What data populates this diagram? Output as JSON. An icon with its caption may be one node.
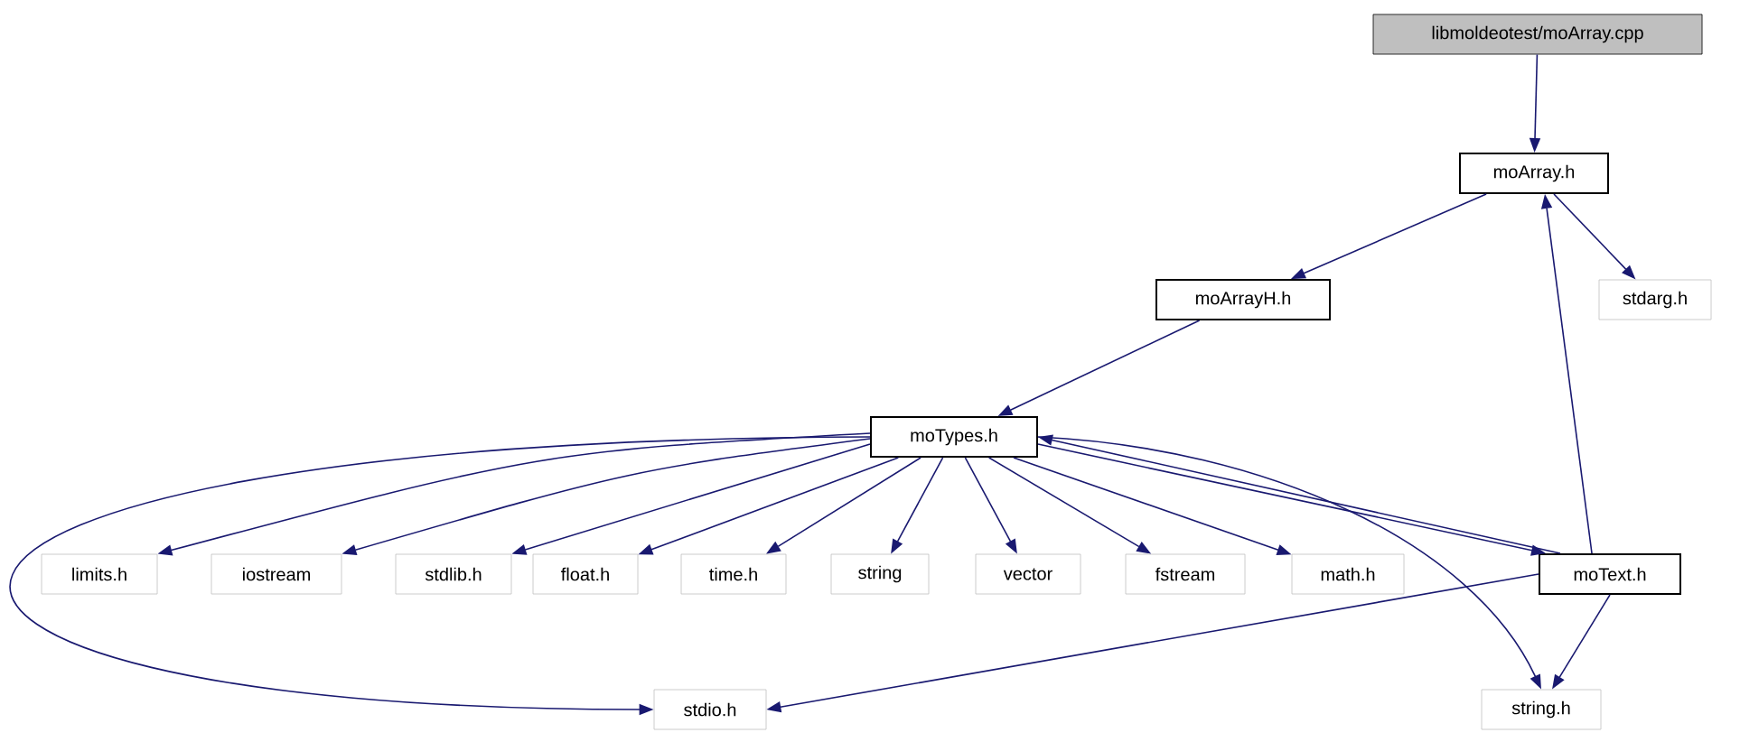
{
  "diagram": {
    "nodes": [
      {
        "text": [
          "libmoldeotest/moArray.cpp"
        ]
      },
      {
        "text": [
          "moArray.h"
        ]
      },
      {
        "text": [
          "stdarg.h"
        ]
      },
      {
        "text": [
          "moArrayH.h"
        ]
      },
      {
        "text": [
          "moTypes.h"
        ]
      },
      {
        "text": [
          "limits.h"
        ]
      },
      {
        "text": [
          "iostream"
        ]
      },
      {
        "text": [
          "stdlib.h"
        ]
      },
      {
        "text": [
          "float.h"
        ]
      },
      {
        "text": [
          "time.h"
        ]
      },
      {
        "text": [
          "string"
        ]
      },
      {
        "text": [
          "vector"
        ]
      },
      {
        "text": [
          "fstream"
        ]
      },
      {
        "text": [
          "math.h"
        ]
      },
      {
        "text": [
          "moText.h"
        ]
      },
      {
        "text": [
          "stdio.h"
        ]
      },
      {
        "text": [
          "string.h"
        ]
      }
    ],
    "edges": [
      {
        "from": 0,
        "to": 1,
        "arrow": "to"
      },
      {
        "from": 1,
        "to": 3,
        "arrow": "to"
      },
      {
        "from": 1,
        "to": 2,
        "arrow": "to"
      },
      {
        "from": 3,
        "to": 4,
        "arrow": "to"
      },
      {
        "from": 4,
        "to": 5,
        "arrow": "to"
      },
      {
        "from": 4,
        "to": 6,
        "arrow": "to"
      },
      {
        "from": 4,
        "to": 7,
        "arrow": "to"
      },
      {
        "from": 4,
        "to": 8,
        "arrow": "to"
      },
      {
        "from": 4,
        "to": 9,
        "arrow": "to"
      },
      {
        "from": 4,
        "to": 10,
        "arrow": "to"
      },
      {
        "from": 4,
        "to": 11,
        "arrow": "to"
      },
      {
        "from": 4,
        "to": 12,
        "arrow": "to"
      },
      {
        "from": 4,
        "to": 13,
        "arrow": "to"
      },
      {
        "from": 4,
        "to": 14,
        "arrow": "to"
      },
      {
        "from": 4,
        "to": 15,
        "arrow": "to"
      },
      {
        "from": 4,
        "to": 16,
        "arrow": "to"
      },
      {
        "from": 14,
        "to": 4,
        "arrow": "to"
      },
      {
        "from": 14,
        "to": 1,
        "arrow": "to"
      },
      {
        "from": 14,
        "to": 15,
        "arrow": "to"
      },
      {
        "from": 14,
        "to": 16,
        "arrow": "to"
      }
    ]
  }
}
